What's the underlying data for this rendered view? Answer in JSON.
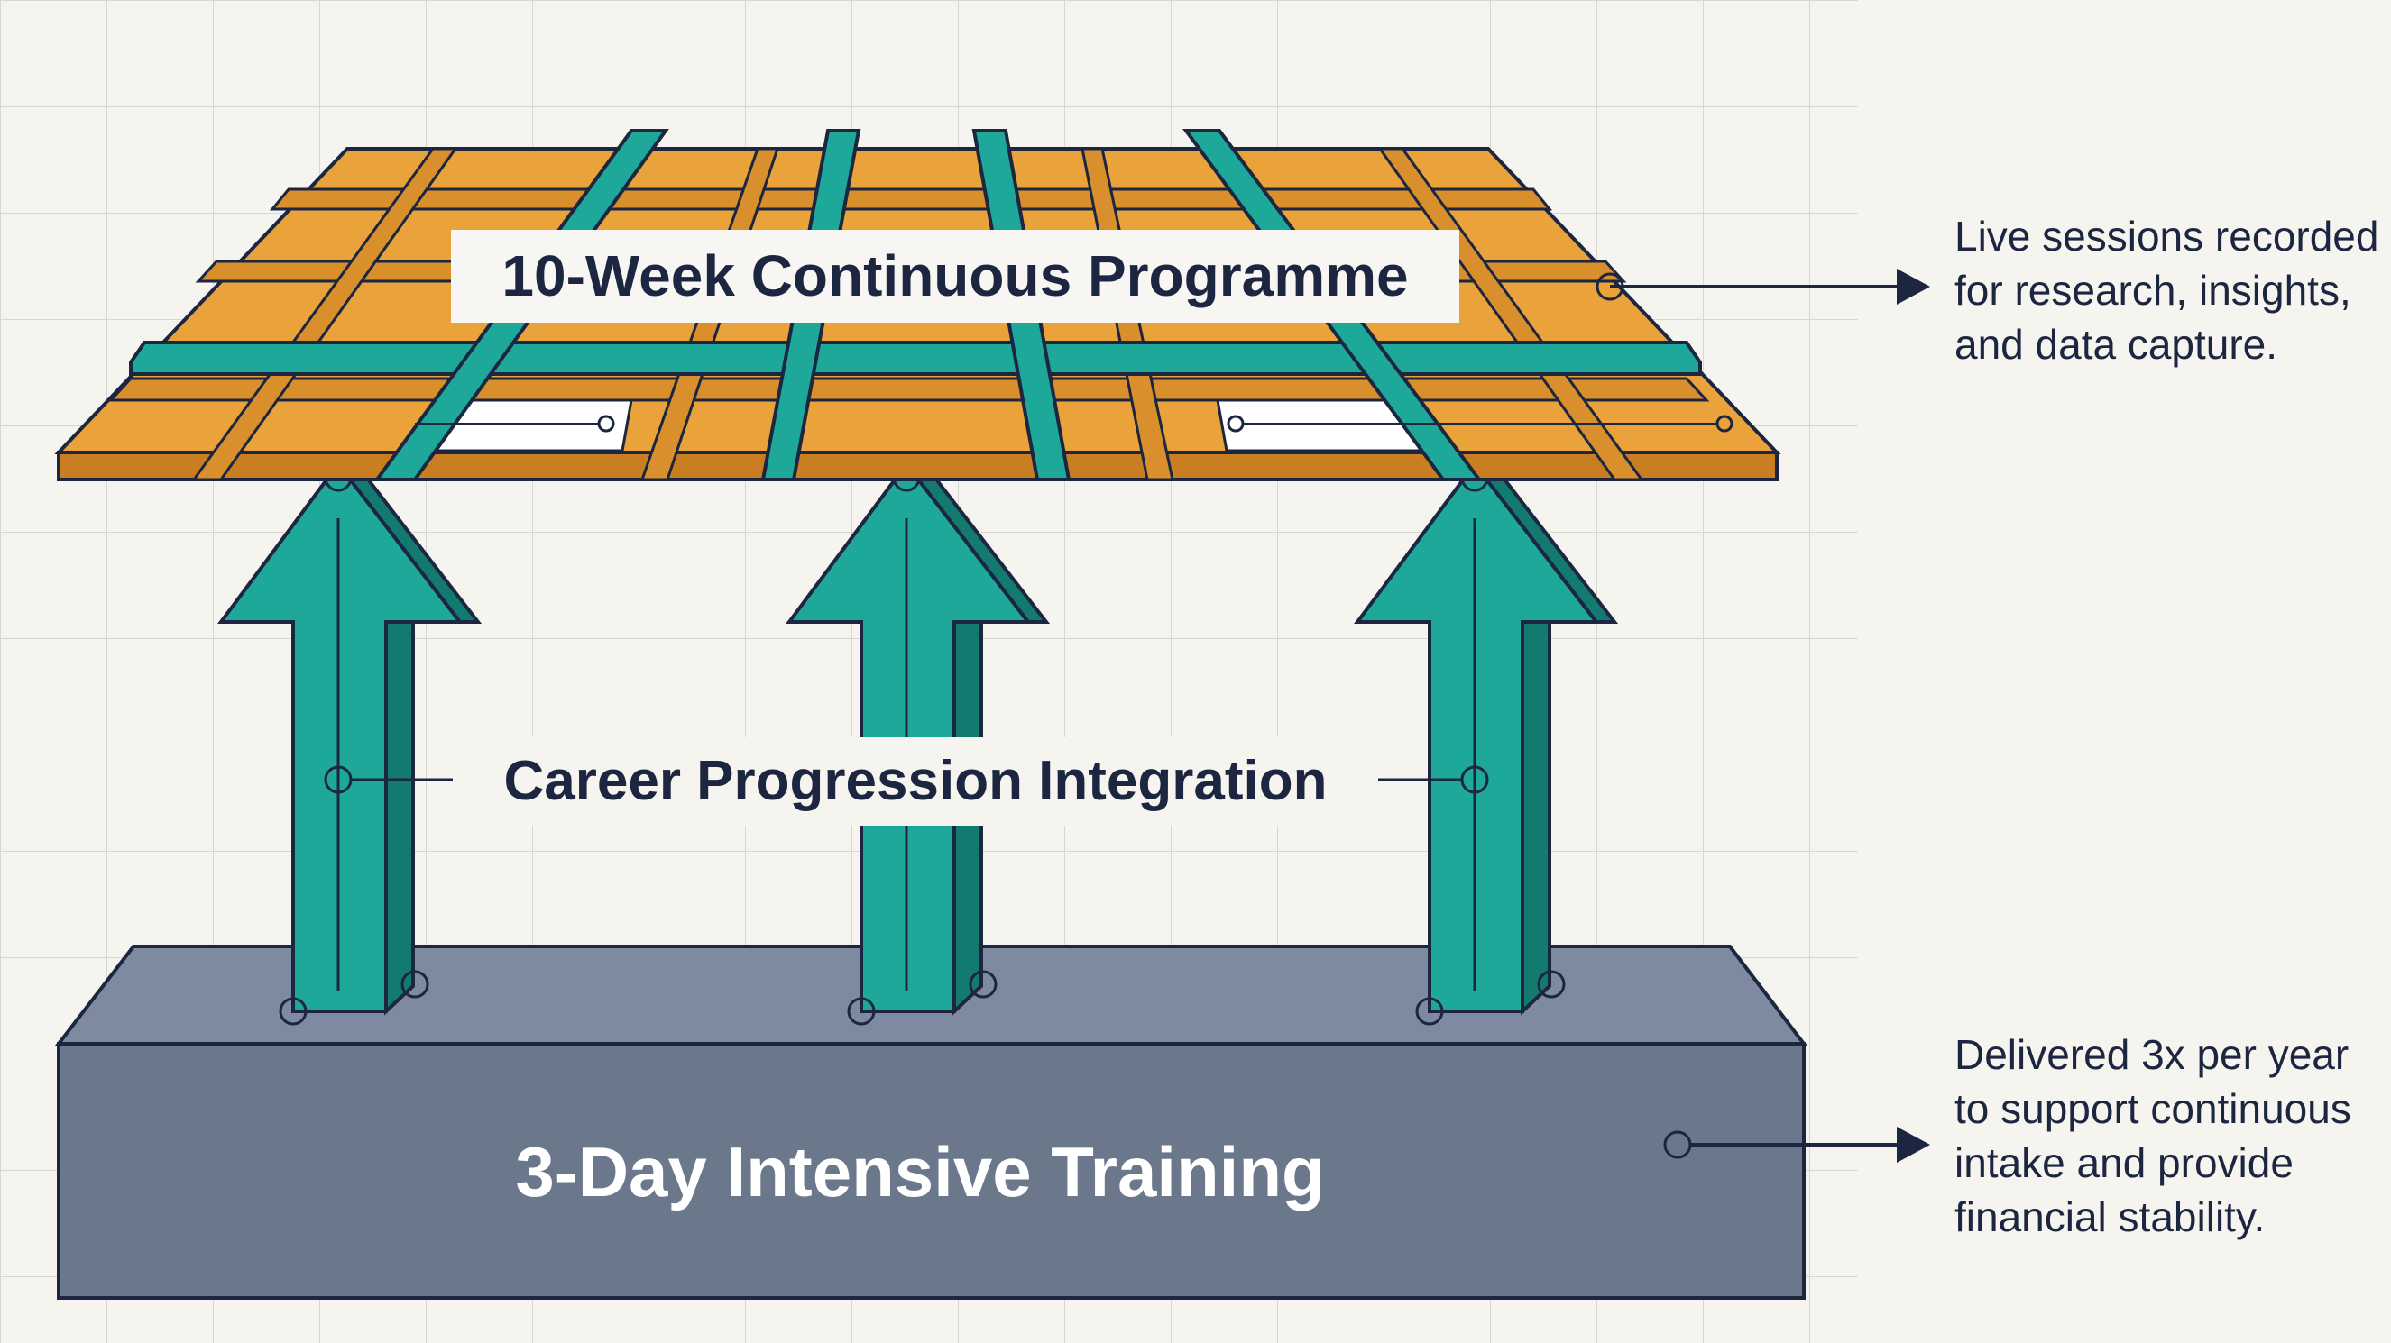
{
  "diagram": {
    "top_label": "10-Week Continuous Programme",
    "middle_label": "Career Progression Integration",
    "base_label": "3-Day Intensive Training",
    "top_note_lines": [
      "Live sessions recorded",
      "for research, insights,",
      "and data capture."
    ],
    "base_note_lines": [
      "Delivered 3x per year",
      "to support continuous",
      "intake and provide",
      "financial stability."
    ]
  },
  "colors": {
    "background": "#f6f4ef",
    "grid": "#d8d6d0",
    "orange": "#e9a33a",
    "orange_dark": "#c97f21",
    "teal": "#1ea89a",
    "teal_dark": "#137a70",
    "slate": "#6b788c",
    "slate_top": "#7d8aa0",
    "navy": "#1c2640"
  }
}
